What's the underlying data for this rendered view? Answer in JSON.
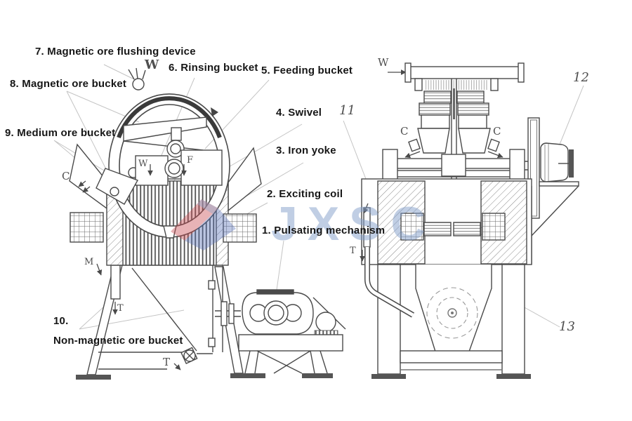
{
  "watermark": {
    "text": "JXSC",
    "text_color": "#829ECA",
    "logo_red": "#C94A52",
    "logo_blue": "#5A73B9"
  },
  "callouts": [
    {
      "name": "pulsating-mechanism",
      "text": "1. Pulsating mechanism"
    },
    {
      "name": "exciting-coil",
      "text": "2. Exciting coil"
    },
    {
      "name": "iron-yoke",
      "text": "3. Iron yoke"
    },
    {
      "name": "swivel",
      "text": "4. Swivel"
    },
    {
      "name": "feeding-bucket",
      "text": "5. Feeding bucket"
    },
    {
      "name": "rinsing-bucket",
      "text": "6. Rinsing bucket"
    },
    {
      "name": "magnetic-ore-flushing-device",
      "text": "7. Magnetic ore flushing device"
    },
    {
      "name": "magnetic-ore-bucket",
      "text": "8. Magnetic ore bucket"
    },
    {
      "name": "medium-ore-bucket",
      "text": "9. Medium ore bucket"
    },
    {
      "name": "non-magnetic-ore-bucket-number",
      "text": "10."
    },
    {
      "name": "non-magnetic-ore-bucket",
      "text": "Non-magnetic ore bucket"
    }
  ],
  "part_numbers": [
    {
      "name": "part-11",
      "text": "11"
    },
    {
      "name": "part-12",
      "text": "12"
    },
    {
      "name": "part-13",
      "text": "13"
    }
  ],
  "flow_markers": [
    {
      "name": "water-left-top",
      "text": "W"
    },
    {
      "name": "wash-in-swivel",
      "text": "W"
    },
    {
      "name": "feed-in-swivel",
      "text": "F"
    },
    {
      "name": "concentrate-left-view",
      "text": "C"
    },
    {
      "name": "middlings-left-view",
      "text": "M"
    },
    {
      "name": "tailings-left-pipe",
      "text": "T"
    },
    {
      "name": "tailings-left-valve",
      "text": "T"
    },
    {
      "name": "water-right-view",
      "text": "W"
    },
    {
      "name": "concentrate-right-left",
      "text": "C"
    },
    {
      "name": "concentrate-right-right",
      "text": "C"
    },
    {
      "name": "tailings-right-view",
      "text": "T"
    }
  ]
}
